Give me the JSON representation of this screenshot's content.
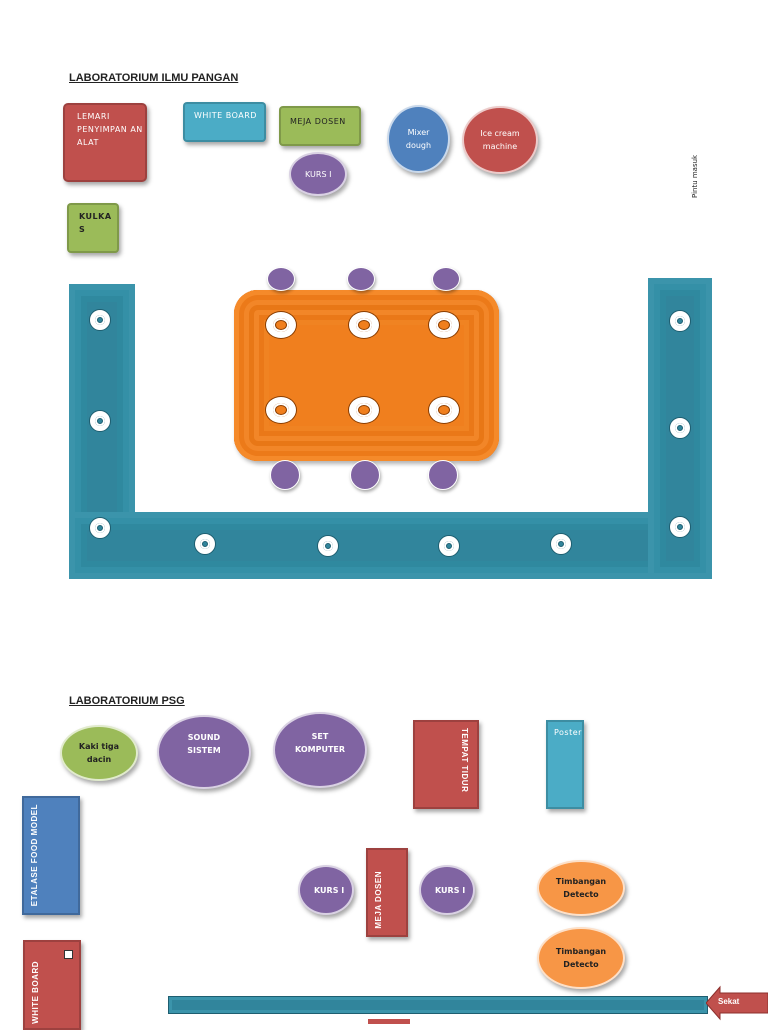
{
  "lab1": {
    "title": "LABORATORIUM ILMU PANGAN ",
    "lemari": "LEMARI PENYIMPAN AN ALAT",
    "whiteboard": "WHITE BOARD",
    "meja_dosen": "MEJA DOSEN",
    "kursi": "KURS I",
    "mixer": "Mixer dough",
    "ice_cream": "Ice cream machine",
    "pintu_masuk": "Pintu masuk",
    "kulkas": "KULKA S"
  },
  "lab2": {
    "title": "LABORATORIUM PSG ",
    "kaki_tiga": "Kaki tiga dacin",
    "sound": "SOUND SISTEM",
    "komputer": "SET KOMPUTER",
    "tempat_tidur": "TEMPAT TIDUR",
    "poster": "Poster",
    "etalase": "ETALASE FOOD MODEL",
    "meja_dosen": "MEJA DOSEN",
    "kursi_left": "KURS I",
    "kursi_right": "KURS I",
    "timbangan_1": "Timbangan Detecto",
    "timbangan_2": "Timbangan Detecto",
    "whiteboard": "WHITE BOARD",
    "sekat": "Sekat"
  },
  "colors": {
    "red": "#c0504d",
    "light_blue": "#4bacc6",
    "green": "#9bbb59",
    "medium_blue": "#4f81bd",
    "purple": "#8064a2",
    "orange": "#f79646",
    "teal": "#31859c"
  }
}
